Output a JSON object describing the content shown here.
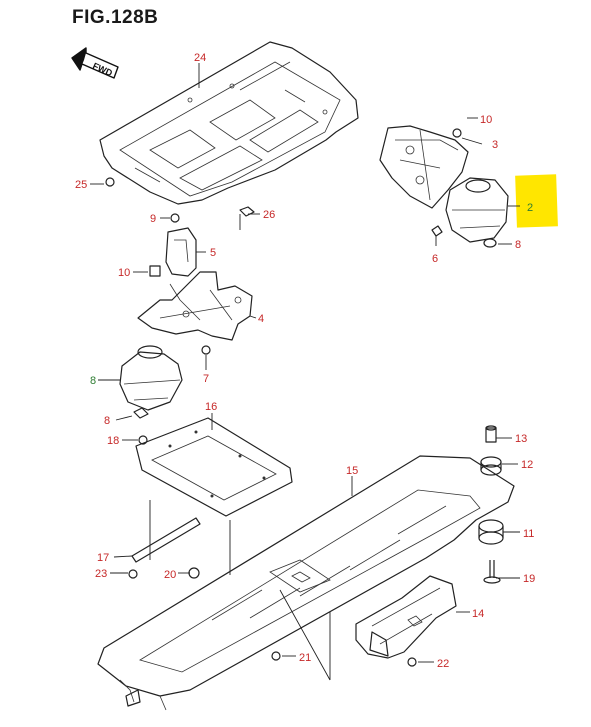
{
  "figure": {
    "title": "FIG.128B",
    "direction_label": "FWD"
  },
  "colors": {
    "label_red": "#c62828",
    "label_green": "#2e7d32",
    "highlight": "#ffe600",
    "line": "#222222"
  },
  "callouts": [
    {
      "id": "24",
      "name": "callout-24",
      "color": "red"
    },
    {
      "id": "10",
      "name": "callout-10-top",
      "color": "red"
    },
    {
      "id": "3",
      "name": "callout-3",
      "color": "red"
    },
    {
      "id": "2",
      "name": "callout-2",
      "color": "green",
      "highlighted": true
    },
    {
      "id": "25",
      "name": "callout-25",
      "color": "red"
    },
    {
      "id": "9",
      "name": "callout-9",
      "color": "red"
    },
    {
      "id": "26",
      "name": "callout-26",
      "color": "red"
    },
    {
      "id": "6",
      "name": "callout-6",
      "color": "red"
    },
    {
      "id": "8",
      "name": "callout-8-right",
      "color": "red"
    },
    {
      "id": "5",
      "name": "callout-5",
      "color": "red"
    },
    {
      "id": "10",
      "name": "callout-10-left",
      "color": "red"
    },
    {
      "id": "4",
      "name": "callout-4",
      "color": "red"
    },
    {
      "id": "7",
      "name": "callout-7",
      "color": "red"
    },
    {
      "id": "8",
      "name": "callout-8-left",
      "color": "red"
    },
    {
      "id": "8",
      "name": "callout-8-green",
      "color": "green"
    },
    {
      "id": "16",
      "name": "callout-16",
      "color": "red"
    },
    {
      "id": "18",
      "name": "callout-18",
      "color": "red"
    },
    {
      "id": "13",
      "name": "callout-13",
      "color": "red"
    },
    {
      "id": "12",
      "name": "callout-12",
      "color": "red"
    },
    {
      "id": "15",
      "name": "callout-15",
      "color": "red"
    },
    {
      "id": "11",
      "name": "callout-11",
      "color": "red"
    },
    {
      "id": "17",
      "name": "callout-17",
      "color": "red"
    },
    {
      "id": "23",
      "name": "callout-23",
      "color": "red"
    },
    {
      "id": "20",
      "name": "callout-20",
      "color": "red"
    },
    {
      "id": "19",
      "name": "callout-19",
      "color": "red"
    },
    {
      "id": "14",
      "name": "callout-14",
      "color": "red"
    },
    {
      "id": "21",
      "name": "callout-21",
      "color": "red"
    },
    {
      "id": "22",
      "name": "callout-22",
      "color": "red"
    }
  ]
}
